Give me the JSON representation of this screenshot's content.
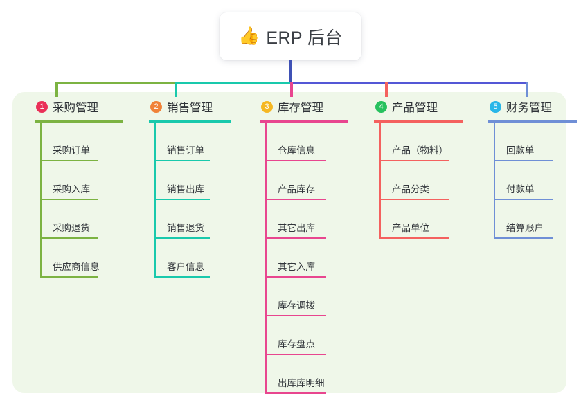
{
  "root": {
    "icon": "thumbs-up-icon",
    "emoji": "👍",
    "title": "ERP 后台"
  },
  "colors": {
    "panel_background": "#eff7e9",
    "root_stem": "#3f51b5",
    "bus_left_green": "#7cb342",
    "bus_teal": "#19c9ac",
    "bus_right_blue": "#5457d6",
    "drop_green": "#7cb342",
    "drop_teal": "#19c9ac",
    "drop_pink": "#e8468f",
    "drop_salmon": "#f4615f",
    "drop_blue": "#5457d6",
    "text": "#33373c"
  },
  "connectors": {
    "bus_segments": [
      {
        "name": "bus-segment-green",
        "color": "#7cb342"
      },
      {
        "name": "bus-segment-teal",
        "color": "#19c9ac"
      },
      {
        "name": "bus-segment-blue",
        "color": "#5457d6"
      }
    ]
  },
  "columns": [
    {
      "number": "1",
      "title": "采购管理",
      "badge_color": "#ea3058",
      "line_color": "#7cb342",
      "name": "purchase-management",
      "items": [
        {
          "label": "采购订单"
        },
        {
          "label": "采购入库"
        },
        {
          "label": "采购退货"
        },
        {
          "label": "供应商信息"
        }
      ]
    },
    {
      "number": "2",
      "title": "销售管理",
      "badge_color": "#f08238",
      "line_color": "#19c9ac",
      "name": "sales-management",
      "items": [
        {
          "label": "销售订单"
        },
        {
          "label": "销售出库"
        },
        {
          "label": "销售退货"
        },
        {
          "label": "客户信息"
        }
      ]
    },
    {
      "number": "3",
      "title": "库存管理",
      "badge_color": "#f5b722",
      "line_color": "#e8468f",
      "name": "inventory-management",
      "items": [
        {
          "label": "仓库信息"
        },
        {
          "label": "产品库存"
        },
        {
          "label": "其它出库"
        },
        {
          "label": "其它入库"
        },
        {
          "label": "库存调拨"
        },
        {
          "label": "库存盘点"
        },
        {
          "label": "出库库明细"
        }
      ]
    },
    {
      "number": "4",
      "title": "产品管理",
      "badge_color": "#27c15e",
      "line_color": "#f4615f",
      "name": "product-management",
      "items": [
        {
          "label": "产品（物料）"
        },
        {
          "label": "产品分类"
        },
        {
          "label": "产品单位"
        }
      ]
    },
    {
      "number": "5",
      "title": "财务管理",
      "badge_color": "#29b6e8",
      "line_color": "#6f8fd6",
      "name": "finance-management",
      "items": [
        {
          "label": "回款单"
        },
        {
          "label": "付款单"
        },
        {
          "label": "结算账户"
        }
      ]
    }
  ]
}
